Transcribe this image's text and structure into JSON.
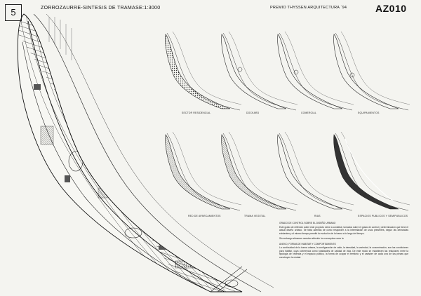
{
  "header": {
    "sheet_number": "5",
    "title": "ZORROZAURRE-SINTESIS DE TRAMAS",
    "scale": "E:1:3000",
    "competition": "PREMIO THYSSEN ARQUITECTURA ´94",
    "code": "AZ010"
  },
  "diagrams": [
    {
      "label": "SECTOR RESIDENCIAL"
    },
    {
      "label": "DOCKARD"
    },
    {
      "label": "COMERCIAL"
    },
    {
      "label": "EQUIPAMIENTOS"
    },
    {
      "label": "RED DE APARCAMIENTOS"
    },
    {
      "label": "TRAMA VEGETAL"
    },
    {
      "label": "RIAS"
    },
    {
      "label": "ESPACIOS PUBLICOS Y SEMIPUBLICOS"
    }
  ],
  "text_block": {
    "heading_1": "GRADO DE CONTROL SOBRE EL DISEÑO URBANO",
    "para_1": "Este grado de reflexión sobre este proyecto viene a constituir, tomados sobre el grado de control y determinación que tiene el actual diseño urbano. Se trata además de como responder a la interrelación de usos presentes, según las demandas existentes y al mismo tiempo permitir la evolución de la trama a lo largo del tiempo.",
    "para_2": "Sin embargo situamos nuestra reflexión  los conceptos como la",
    "heading_2": "ANEXO, FORMA DE HABITAR Y COMPORTAMIENTO",
    "para_3": "La continuidad de la trama urbana, la configuración de calle, la densidad, la variedad, la concentración, son las condiciones para habitar, cuya coherencia como totalidades de calidad de vida. De este modo se establecen las relaciones entre la tipología de vivienda y el espacio público, la forma de ocupar el territorio y el carácter de cada una de las piezas que construyen la ciudad."
  }
}
